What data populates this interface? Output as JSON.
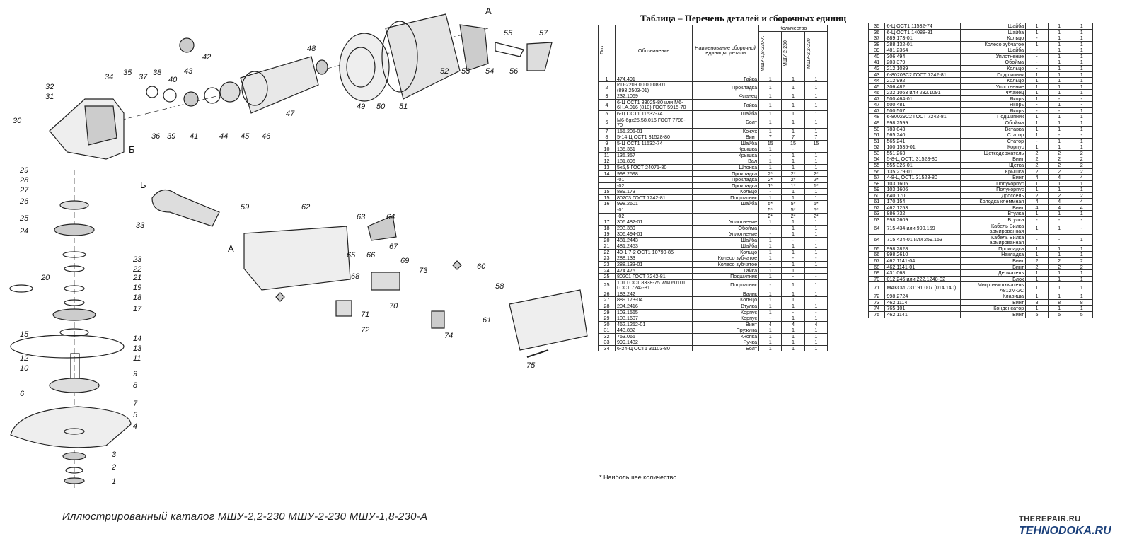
{
  "diagram": {
    "catalog_caption": "Иллюстрированный каталог МШУ-2,2-230 МШУ-2-230 МШУ-1,8-230-А",
    "view_label_a": "А",
    "view_label_b": "Б",
    "callouts": [
      "1",
      "2",
      "3",
      "4",
      "5",
      "6",
      "7",
      "8",
      "9",
      "10",
      "11",
      "12",
      "13",
      "14",
      "15",
      "17",
      "18",
      "19",
      "20",
      "21",
      "22",
      "23",
      "24",
      "25",
      "26",
      "27",
      "28",
      "29",
      "30",
      "31",
      "32",
      "33",
      "34",
      "35",
      "36",
      "37",
      "38",
      "39",
      "40",
      "41",
      "42",
      "43",
      "44",
      "45",
      "46",
      "47",
      "48",
      "49",
      "50",
      "51",
      "52",
      "53",
      "54",
      "55",
      "56",
      "57",
      "58",
      "59",
      "60",
      "61",
      "62",
      "63",
      "64",
      "65",
      "66",
      "67",
      "68",
      "69",
      "70",
      "71",
      "72",
      "73",
      "74",
      "75"
    ]
  },
  "table": {
    "title": "Таблица – Перечень деталей и сборочных единиц",
    "headers": {
      "pos": "Поз",
      "designation": "Обозначение",
      "name": "Наименование сборочной единицы, детали",
      "quantity": "Количество",
      "models": [
        "МШУ-1,8-230-А",
        "МШУ-2-230",
        "МШУ-2,2-230"
      ]
    },
    "rows_left": [
      {
        "pos": "1",
        "des": "474.491",
        "name": "Гайка",
        "q": [
          "1",
          "1",
          "1"
        ]
      },
      {
        "pos": "2",
        "des": "ИП-2209 00.00.08-01 (893.2503-01)",
        "name": "Прокладка",
        "q": [
          "1",
          "1",
          "1"
        ]
      },
      {
        "pos": "3",
        "des": "232.1069",
        "name": "Фланец",
        "q": [
          "1",
          "1",
          "1"
        ]
      },
      {
        "pos": "4",
        "des": "6-Ц ОСТ1 33025-80 или М6-6Н.А.016 (810) ГОСТ 5915-70",
        "name": "Гайка",
        "q": [
          "1",
          "1",
          "1"
        ]
      },
      {
        "pos": "5",
        "des": "6-Ц ОСТ1 11532-74",
        "name": "Шайба",
        "q": [
          "1",
          "1",
          "1"
        ]
      },
      {
        "pos": "6",
        "des": "М6-6gх25.58.016 ГОСТ 7798-70",
        "name": "Болт",
        "q": [
          "1",
          "1",
          "1"
        ]
      },
      {
        "pos": "7",
        "des": "155.205-01",
        "name": "Кожух",
        "q": [
          "1",
          "1",
          "1"
        ]
      },
      {
        "pos": "8",
        "des": "5-14 Ц ОСТ1 31528-80",
        "name": "Винт",
        "q": [
          "7",
          "7",
          "7"
        ]
      },
      {
        "pos": "9",
        "des": "5-Ц ОСТ1 11532-74",
        "name": "Шайба",
        "q": [
          "15",
          "15",
          "15"
        ]
      },
      {
        "pos": "10",
        "des": "135.361",
        "name": "Крышка",
        "q": [
          "1",
          "-",
          "-"
        ]
      },
      {
        "pos": "11",
        "des": "135.357",
        "name": "Крышка",
        "q": [
          "-",
          "1",
          "1"
        ]
      },
      {
        "pos": "12",
        "des": "181.896",
        "name": "Вал",
        "q": [
          "1",
          "1",
          "1"
        ]
      },
      {
        "pos": "13",
        "des": "5х6,5 ГОСТ 24071-80",
        "name": "Шпонка",
        "q": [
          "1",
          "1",
          "1"
        ]
      },
      {
        "pos": "14",
        "des": "998.2598",
        "name": "Прокладка",
        "q": [
          "2*",
          "2*",
          "2*"
        ]
      },
      {
        "pos": "",
        "des": "-01",
        "name": "Прокладка",
        "q": [
          "2*",
          "2*",
          "2*"
        ]
      },
      {
        "pos": "",
        "des": "-02",
        "name": "Прокладка",
        "q": [
          "1*",
          "1*",
          "1*"
        ]
      },
      {
        "pos": "15",
        "des": "889.173",
        "name": "Кольцо",
        "q": [
          "-",
          "1",
          "1"
        ]
      },
      {
        "pos": "15",
        "des": "80203 ГОСТ 7242-81",
        "name": "Подшипник",
        "q": [
          "1",
          "1",
          "1"
        ]
      },
      {
        "pos": "16",
        "des": "998.2601",
        "name": "Шайба",
        "q": [
          "5*",
          "5*",
          "5*"
        ]
      },
      {
        "pos": "",
        "des": "-01",
        "name": "",
        "q": [
          "5*",
          "5*",
          "5*"
        ]
      },
      {
        "pos": "",
        "des": "-02",
        "name": "",
        "q": [
          "2*",
          "2*",
          "2*"
        ]
      },
      {
        "pos": "17",
        "des": "306.482-01",
        "name": "Уплотнение",
        "q": [
          "1",
          "1",
          "1"
        ]
      },
      {
        "pos": "18",
        "des": "203.389",
        "name": "Обойма",
        "q": [
          "-",
          "1",
          "1"
        ]
      },
      {
        "pos": "19",
        "des": "306.494-01",
        "name": "Уплотнение",
        "q": [
          "-",
          "1",
          "1"
        ]
      },
      {
        "pos": "20",
        "des": "481.2443",
        "name": "Шайба",
        "q": [
          "1",
          "-",
          "-"
        ]
      },
      {
        "pos": "21",
        "des": "481.2453",
        "name": "Шайба",
        "q": [
          "1",
          "1",
          "1"
        ]
      },
      {
        "pos": "22",
        "des": "40-1,7-2 ОСТ1 10790-85",
        "name": "Кольцо",
        "q": [
          "1",
          "1",
          "1"
        ]
      },
      {
        "pos": "23",
        "des": "288.133",
        "name": "Колесо зубчатое",
        "q": [
          "1",
          "-",
          "-"
        ]
      },
      {
        "pos": "23",
        "des": "288.133-01",
        "name": "Колесо зубчатое",
        "q": [
          "-",
          "1",
          "1"
        ]
      },
      {
        "pos": "24",
        "des": "474.475",
        "name": "Гайка",
        "q": [
          "1",
          "1",
          "1"
        ]
      },
      {
        "pos": "25",
        "des": "80201 ГОСТ 7242-81",
        "name": "Подшипник",
        "q": [
          "1",
          "-",
          "-"
        ]
      },
      {
        "pos": "25",
        "des": "101 ГОСТ 8338-75 или 60101 ГОСТ 7242-81",
        "name": "Подшипник",
        "q": [
          "-",
          "1",
          "1"
        ]
      },
      {
        "pos": "26",
        "des": "183.242",
        "name": "Валик",
        "q": [
          "1",
          "1",
          "1"
        ]
      },
      {
        "pos": "27",
        "des": "889.173-04",
        "name": "Кольцо",
        "q": [
          "1",
          "1",
          "1"
        ]
      },
      {
        "pos": "28",
        "des": "204.2416",
        "name": "Втулка",
        "q": [
          "1",
          "1",
          "1"
        ]
      },
      {
        "pos": "29",
        "des": "103.1565",
        "name": "Корпус",
        "q": [
          "1",
          "-",
          "-"
        ]
      },
      {
        "pos": "29",
        "des": "103.1607",
        "name": "Корпус",
        "q": [
          "-",
          "1",
          "1"
        ]
      },
      {
        "pos": "30",
        "des": "462.1252-01",
        "name": "Винт",
        "q": [
          "4",
          "4",
          "4"
        ]
      },
      {
        "pos": "31",
        "des": "443.882",
        "name": "Пружина",
        "q": [
          "1",
          "1",
          "1"
        ]
      },
      {
        "pos": "32",
        "des": "753.065",
        "name": "Кнопка",
        "q": [
          "1",
          "1",
          "1"
        ]
      },
      {
        "pos": "33",
        "des": "999.1432",
        "name": "Ручка",
        "q": [
          "1",
          "1",
          "1"
        ]
      },
      {
        "pos": "34",
        "des": "6-24-Ц ОСТ1 31103-80",
        "name": "Болт",
        "q": [
          "1",
          "1",
          "1"
        ]
      }
    ],
    "rows_right": [
      {
        "pos": "35",
        "des": "6-Ц ОСТ1 11532-74",
        "name": "Шайба",
        "q": [
          "1",
          "1",
          "1"
        ]
      },
      {
        "pos": "36",
        "des": "6-Ц ОСТ1 14088-81",
        "name": "Шайба",
        "q": [
          "1",
          "1",
          "1"
        ]
      },
      {
        "pos": "37",
        "des": "889.173-01",
        "name": "Кольцо",
        "q": [
          "-",
          "1",
          "1"
        ]
      },
      {
        "pos": "38",
        "des": "288.132-01",
        "name": "Колесо зубчатое",
        "q": [
          "1",
          "1",
          "1"
        ]
      },
      {
        "pos": "39",
        "des": "481.2364",
        "name": "Шайба",
        "q": [
          "-",
          "1",
          "1"
        ]
      },
      {
        "pos": "40",
        "des": "306.494",
        "name": "Уплотнение",
        "q": [
          "-",
          "1",
          "1"
        ]
      },
      {
        "pos": "41",
        "des": "203.379",
        "name": "Обойма",
        "q": [
          "-",
          "1",
          "1"
        ]
      },
      {
        "pos": "42",
        "des": "212.1039",
        "name": "Кольцо",
        "q": [
          "-",
          "1",
          "1"
        ]
      },
      {
        "pos": "43",
        "des": "6-80203С2 ГОСТ 7242-81",
        "name": "Подшипник",
        "q": [
          "1",
          "1",
          "1"
        ]
      },
      {
        "pos": "44",
        "des": "212.992",
        "name": "Кольцо",
        "q": [
          "1",
          "1",
          "1"
        ]
      },
      {
        "pos": "45",
        "des": "306.482",
        "name": "Уплотнение",
        "q": [
          "1",
          "1",
          "1"
        ]
      },
      {
        "pos": "46",
        "des": "232.1063 или 232.1091",
        "name": "Фланец",
        "q": [
          "1",
          "1",
          "1"
        ]
      },
      {
        "pos": "47",
        "des": "500.464-01",
        "name": "Якорь",
        "q": [
          "1",
          "-",
          "-"
        ]
      },
      {
        "pos": "47",
        "des": "500.481",
        "name": "Якорь",
        "q": [
          "-",
          "1",
          "-"
        ]
      },
      {
        "pos": "47",
        "des": "500.507",
        "name": "Якорь",
        "q": [
          "-",
          "-",
          "1"
        ]
      },
      {
        "pos": "48",
        "des": "6-80029С2 ГОСТ 7242-81",
        "name": "Подшипник",
        "q": [
          "1",
          "1",
          "1"
        ]
      },
      {
        "pos": "49",
        "des": "998.2599",
        "name": "Обойма",
        "q": [
          "1",
          "1",
          "1"
        ]
      },
      {
        "pos": "50",
        "des": "783.043",
        "name": "Вставка",
        "q": [
          "1",
          "1",
          "1"
        ]
      },
      {
        "pos": "51",
        "des": "565.240",
        "name": "Статор",
        "q": [
          "1",
          "-",
          "-"
        ]
      },
      {
        "pos": "51",
        "des": "565.241",
        "name": "Статор",
        "q": [
          "-",
          "1",
          "1"
        ]
      },
      {
        "pos": "52",
        "des": "100.1535-01",
        "name": "Корпус",
        "q": [
          "1",
          "1",
          "1"
        ]
      },
      {
        "pos": "53",
        "des": "551.263",
        "name": "Щеткодержатель",
        "q": [
          "2",
          "2",
          "2"
        ]
      },
      {
        "pos": "54",
        "des": "5-8-Ц ОСТ1 31528-80",
        "name": "Винт",
        "q": [
          "2",
          "2",
          "2"
        ]
      },
      {
        "pos": "55",
        "des": "555.326-01",
        "name": "Щетка",
        "q": [
          "2",
          "2",
          "2"
        ]
      },
      {
        "pos": "56",
        "des": "135.279-01",
        "name": "Крышка",
        "q": [
          "2",
          "2",
          "2"
        ]
      },
      {
        "pos": "57",
        "des": "4-8-Ц ОСТ1 31528-80",
        "name": "Винт",
        "q": [
          "4",
          "4",
          "4"
        ]
      },
      {
        "pos": "58",
        "des": "103.1605",
        "name": "Полукорпус",
        "q": [
          "1",
          "1",
          "1"
        ]
      },
      {
        "pos": "59",
        "des": "103.1606",
        "name": "Полукорпус",
        "q": [
          "1",
          "1",
          "1"
        ]
      },
      {
        "pos": "60",
        "des": "640.170",
        "name": "Дроссель",
        "q": [
          "2",
          "2",
          "2"
        ]
      },
      {
        "pos": "61",
        "des": "170.154",
        "name": "Колодка клеммная",
        "q": [
          "4",
          "4",
          "4"
        ]
      },
      {
        "pos": "62",
        "des": "462.1253",
        "name": "Винт",
        "q": [
          "4",
          "4",
          "4"
        ]
      },
      {
        "pos": "63",
        "des": "886.732",
        "name": "Втулка",
        "q": [
          "1",
          "1",
          "1"
        ]
      },
      {
        "pos": "63",
        "des": "998.2609",
        "name": "Втулка",
        "q": [
          "-",
          "-",
          "-"
        ]
      },
      {
        "pos": "64",
        "des": "715.434 или 990.159",
        "name": "Кабель Вилка армированная",
        "q": [
          "1",
          "1",
          "-"
        ]
      },
      {
        "pos": "64",
        "des": "715.434-01 или 259.153",
        "name": "Кабель Вилка армированная",
        "q": [
          "-",
          "-",
          "1"
        ]
      },
      {
        "pos": "65",
        "des": "998.2828",
        "name": "Прокладка",
        "q": [
          "1",
          "1",
          "1"
        ]
      },
      {
        "pos": "66",
        "des": "998.2610",
        "name": "Накладка",
        "q": [
          "1",
          "1",
          "1"
        ]
      },
      {
        "pos": "67",
        "des": "462.1141-04",
        "name": "Винт",
        "q": [
          "2",
          "2",
          "2"
        ]
      },
      {
        "pos": "68",
        "des": "462.1141-01",
        "name": "Винт",
        "q": [
          "2",
          "2",
          "2"
        ]
      },
      {
        "pos": "69",
        "des": "431.068",
        "name": "Держатель",
        "q": [
          "1",
          "1",
          "1"
        ]
      },
      {
        "pos": "70",
        "des": "012.246 или 222.1248-02",
        "name": "Блок",
        "q": [
          "1",
          "1",
          "1"
        ]
      },
      {
        "pos": "71",
        "des": "МАКОИ.731191.007 (014.140)",
        "name": "Микровыключатель А812М-2С",
        "q": [
          "1",
          "1",
          "1"
        ]
      },
      {
        "pos": "72",
        "des": "998.2724",
        "name": "Клавиша",
        "q": [
          "1",
          "1",
          "1"
        ]
      },
      {
        "pos": "73",
        "des": "462.1114",
        "name": "Винт",
        "q": [
          "8",
          "8",
          "8"
        ]
      },
      {
        "pos": "74",
        "des": "765.101",
        "name": "Конденсатор",
        "q": [
          "1",
          "1",
          "1"
        ]
      },
      {
        "pos": "75",
        "des": "462.1141",
        "name": "Винт",
        "q": [
          "5",
          "5",
          "5"
        ]
      }
    ],
    "footnote": "* Наибольшее количество"
  },
  "watermark": {
    "line1": "THEREPAIR.RU",
    "line2": "TEHNODOKA.RU"
  }
}
